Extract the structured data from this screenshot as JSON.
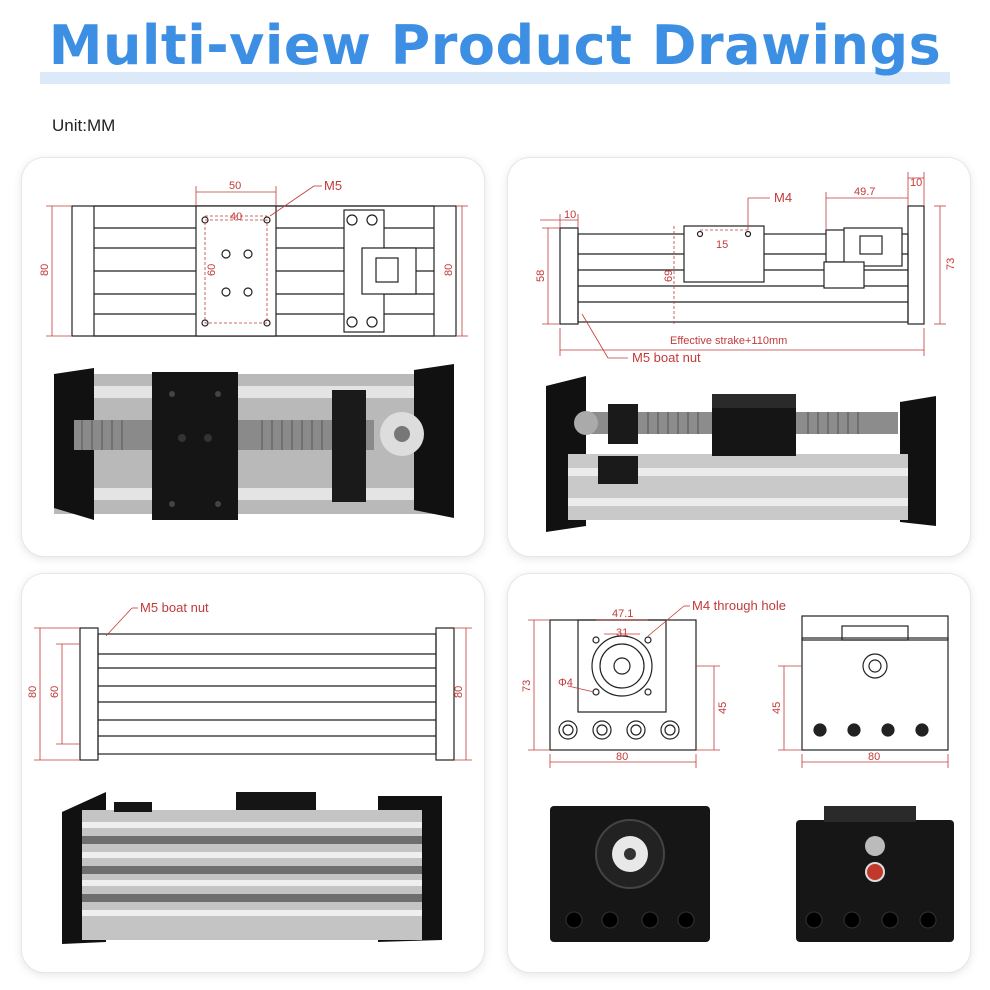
{
  "header": {
    "title": "Multi-view Product Drawings",
    "unit": "Unit:MM"
  },
  "panels": {
    "top_left": {
      "dims": {
        "width_50": "50",
        "width_40": "40",
        "height_60": "60",
        "left_80": "80",
        "right_80": "80",
        "thread": "M5"
      }
    },
    "top_right": {
      "dims": {
        "d10_left": "10",
        "d49_7": "49.7",
        "d10_right": "10",
        "d15": "15",
        "h58": "58",
        "h69": "69",
        "h73": "73",
        "thread": "M4",
        "stroke": "Effective strake+110mm",
        "nut": "M5 boat nut"
      }
    },
    "bottom_left": {
      "dims": {
        "nut": "M5 boat nut",
        "h80_left": "80",
        "h60": "60",
        "h80_right": "80"
      }
    },
    "bottom_right": {
      "dims": {
        "hole": "M4 through hole",
        "d47_1": "47.1",
        "d31": "31",
        "phi4": "Φ4",
        "h73": "73",
        "h45_a": "45",
        "w80_a": "80",
        "h45_b": "45",
        "w80_b": "80"
      }
    }
  },
  "colors": {
    "title": "#3d8fe3",
    "dimension": "#c23a3a",
    "metal_dark": "#1a1a1a",
    "aluminum": "#c8c8c8"
  }
}
